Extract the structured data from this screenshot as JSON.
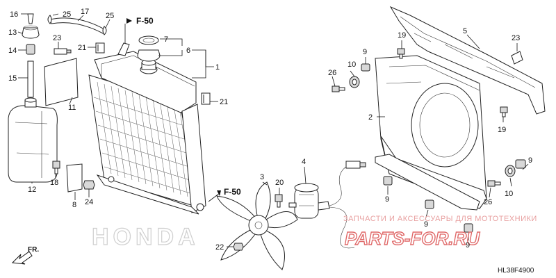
{
  "references": {
    "f50_top": "F-50",
    "f50_bottom": "F-50"
  },
  "direction_label": "FR.",
  "diagram_code": "HL38F4900",
  "watermark": {
    "tagline": "ЗАПЧАСТИ И АКСЕССУАРЫ ДЛЯ МОТОТЕХНИКИ",
    "logo": "PARTS-FOR.RU"
  },
  "brand_mark": "HONDA",
  "labels": {
    "l16": "16",
    "l25a": "25",
    "l17": "17",
    "l25b": "25",
    "l13": "13",
    "l23a": "23",
    "l21a": "21",
    "l7": "7",
    "l6": "6",
    "l1": "1",
    "l14": "14",
    "l15": "15",
    "l11": "11",
    "l21b": "21",
    "l12": "12",
    "l18": "18",
    "l8": "8",
    "l24": "24",
    "l3": "3",
    "l20": "20",
    "l22": "22",
    "l4": "4",
    "l19a": "19",
    "l9a": "9",
    "l26a": "26",
    "l10a": "10",
    "l2": "2",
    "l5": "5",
    "l23b": "23",
    "l19b": "19",
    "l9b": "9",
    "l10b": "10",
    "l26b": "26",
    "l9c": "9",
    "l9d": "9",
    "l9e": "9"
  }
}
